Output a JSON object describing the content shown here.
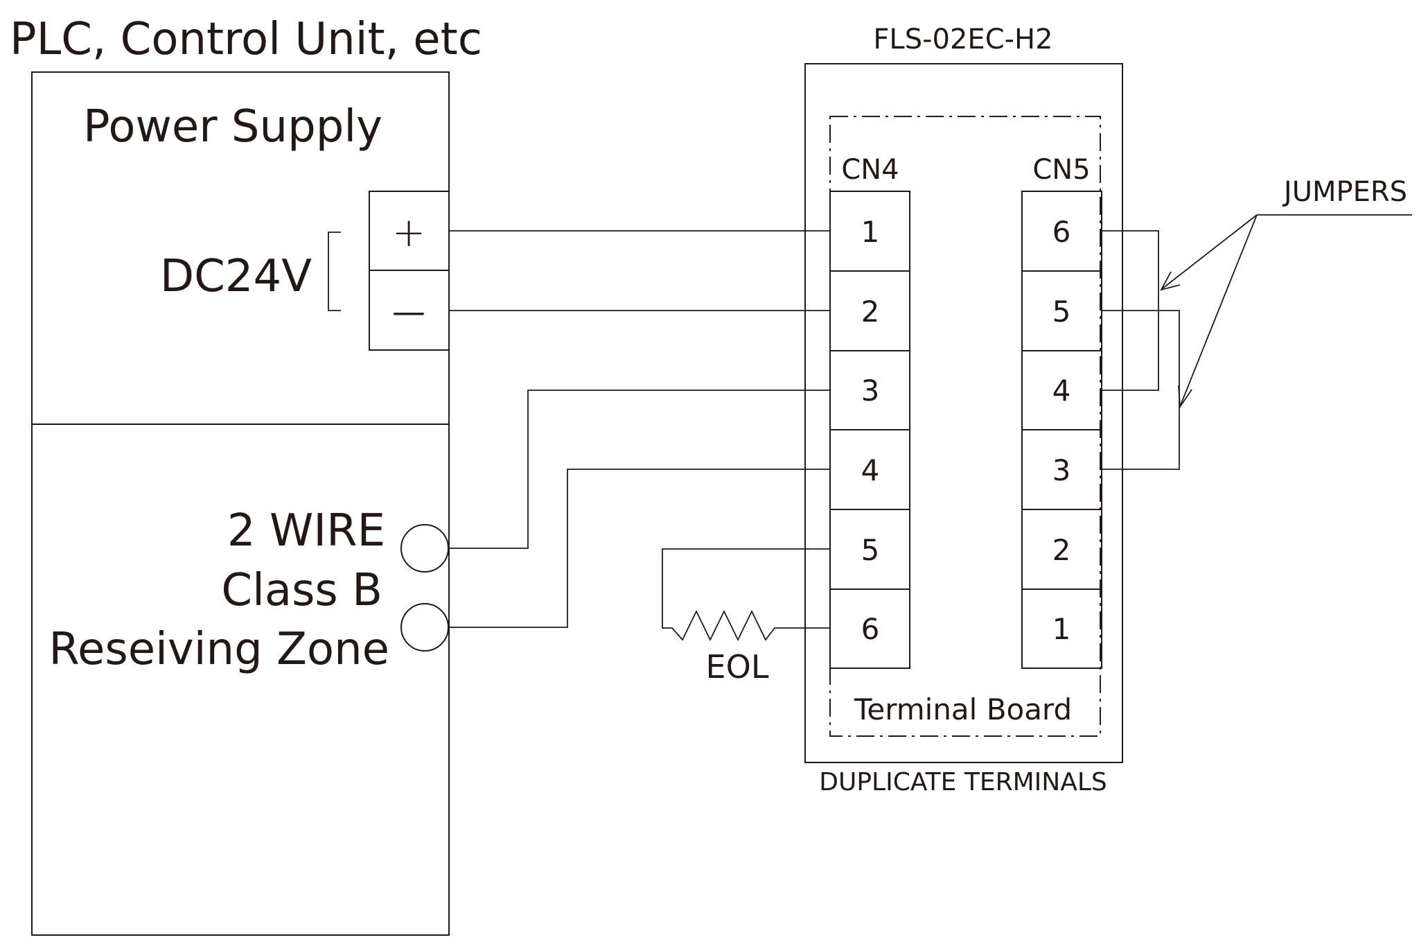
{
  "controller": {
    "title": "PLC, Control Unit, etc",
    "power_supply_label": "Power Supply",
    "voltage_label": "DC24V",
    "plus_symbol": "+",
    "minus_symbol": "—",
    "zone_label_line1": "2 WIRE",
    "zone_label_line2": "Class B",
    "zone_label_line3": "Reseiving Zone"
  },
  "device": {
    "model": "FLS-02EC-H2",
    "duplicate_label": "DUPLICATE TERMINALS",
    "terminal_board_label": "Terminal Board",
    "jumpers_label": "JUMPERS",
    "eol_label": "EOL",
    "cn4": {
      "label": "CN4",
      "terminals": [
        "1",
        "2",
        "3",
        "4",
        "5",
        "6"
      ]
    },
    "cn5": {
      "label": "CN5",
      "terminals": [
        "6",
        "5",
        "4",
        "3",
        "2",
        "1"
      ]
    }
  },
  "colors": {
    "line": "#231815",
    "background": "#ffffff"
  }
}
